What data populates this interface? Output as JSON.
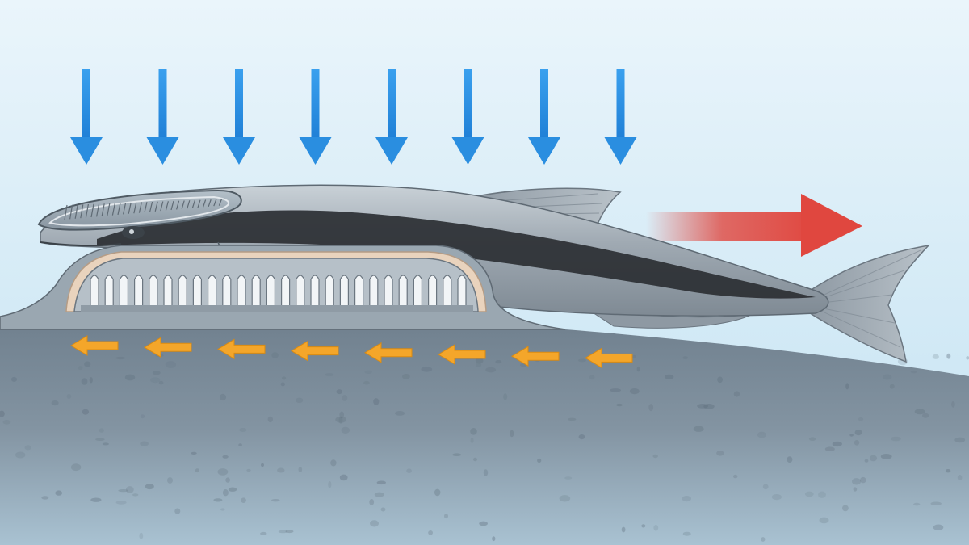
{
  "diagram": {
    "subject": "remora",
    "elements": [
      {
        "id": "water-pressure-arrows",
        "count": 8,
        "color": "#2a8ee0",
        "direction": "down"
      },
      {
        "id": "swim-direction-arrow",
        "count": 1,
        "color": "#e0473f",
        "direction": "right"
      },
      {
        "id": "water-flow-arrows",
        "count": 8,
        "color": "#f4a62a",
        "direction": "left"
      }
    ],
    "colors": {
      "water_top": "#e8f4fb",
      "water_bottom": "#bfe0f1",
      "host_skin": "#7b8b99",
      "fish_body": "#a9b4bd",
      "fish_stripe": "#2b2f33",
      "suction_disc_rim": "#e9d3bd"
    }
  }
}
